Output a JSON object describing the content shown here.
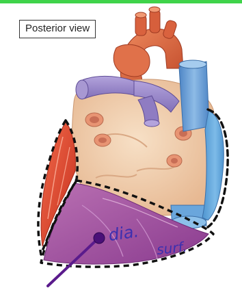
{
  "view_label": "Posterior view",
  "annotation": {
    "line1": "dia.",
    "line2": "surf."
  },
  "colors": {
    "top_bar": "#3fd34a",
    "ink": "#3b2fb0",
    "pointer": "#5a1b8c",
    "aorta": "#d9623e",
    "pulmonary": "#9a86c8",
    "vena_cava": "#6fa1d6",
    "atria": "#f0cfae",
    "red_region": "#e2452f",
    "diaphragmatic_region": "#9d4aa0",
    "blue_region": "#5aa4dc"
  },
  "icons": [
    "pointer-pin-icon"
  ]
}
